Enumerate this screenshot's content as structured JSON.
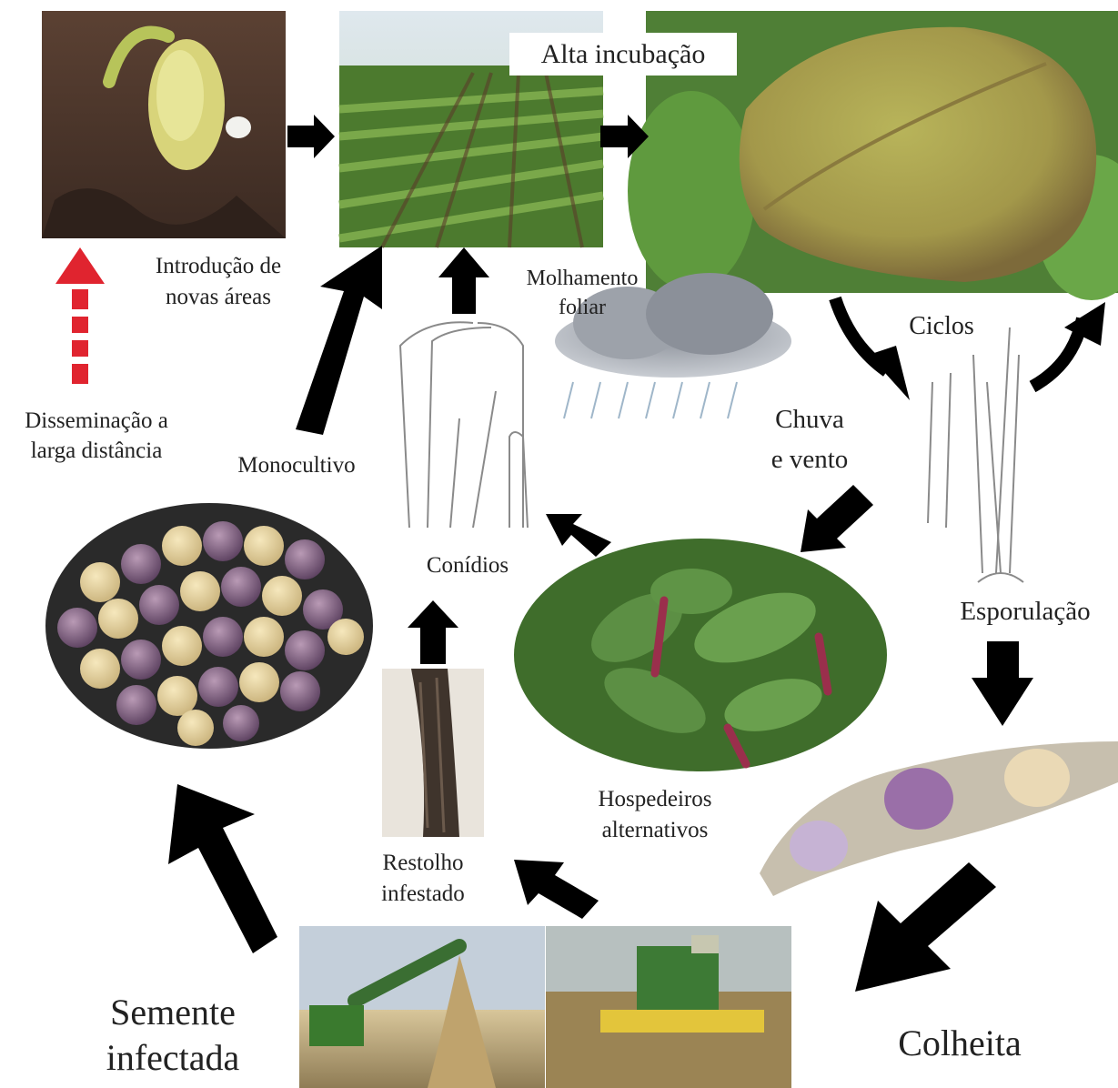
{
  "labels": {
    "high_incubation": "Alta incubação",
    "intro_new_areas": "Introdução de\nnovas áreas",
    "leaf_wetness": "Molhamento\nfoliar",
    "cycles": "Ciclos",
    "long_distance": "Disseminação a\nlarga distância",
    "monoculture": "Monocultivo",
    "rain_wind": "Chuva\ne vento",
    "conidia": "Conídios",
    "sporulation": "Esporulação",
    "alt_hosts": "Hospedeiros\nalternativos",
    "stubble": "Restolho\ninfestado",
    "infected_seed": "Semente\ninfectada",
    "harvest": "Colheita"
  }
}
